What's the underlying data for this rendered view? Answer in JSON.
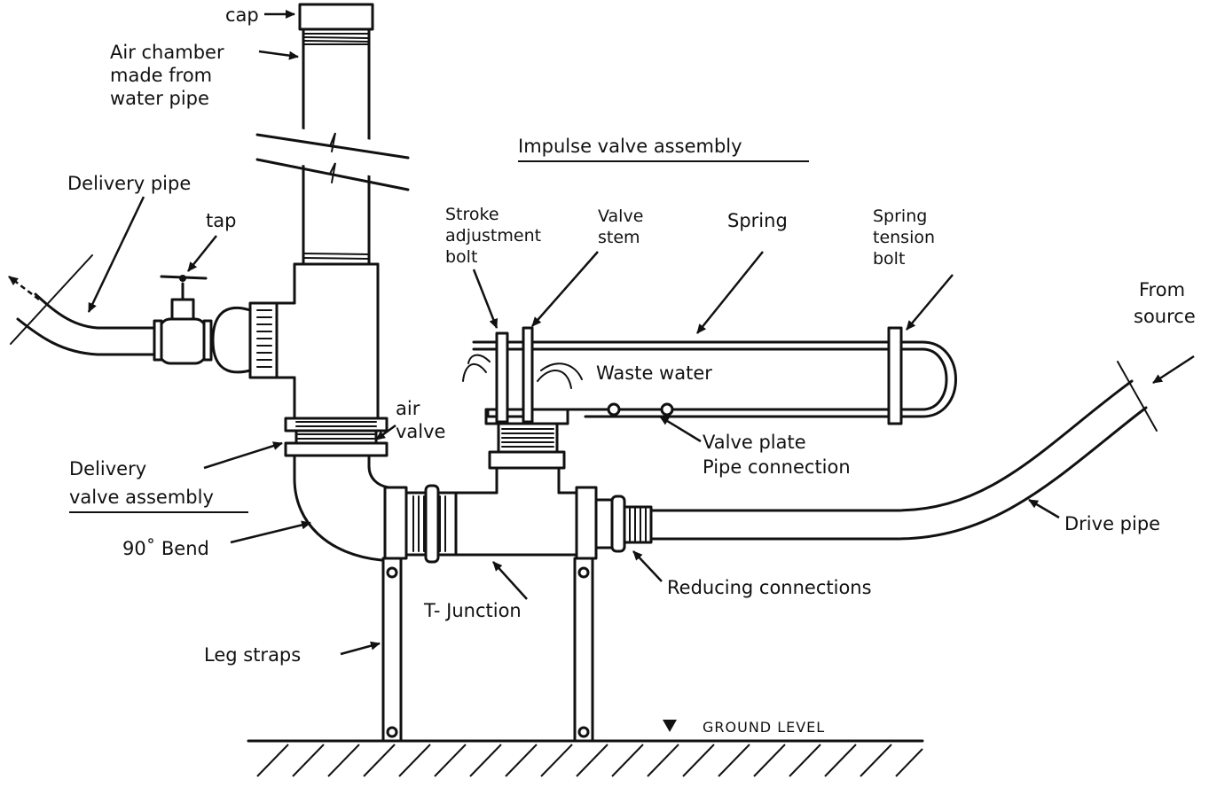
{
  "labels": {
    "cap": "cap",
    "air_chamber_1": "Air chamber",
    "air_chamber_2": "made from",
    "air_chamber_3": "water pipe",
    "impulse_title": "Impulse valve assembly",
    "delivery_pipe": "Delivery pipe",
    "tap": "tap",
    "stroke_1": "Stroke",
    "stroke_2": "adjustment",
    "stroke_3": "bolt",
    "valve_stem_1": "Valve",
    "valve_stem_2": "stem",
    "spring": "Spring",
    "spring_tension_1": "Spring",
    "spring_tension_2": "tension",
    "spring_tension_3": "bolt",
    "from_source_1": "From",
    "from_source_2": "source",
    "waste_water": "Waste water",
    "air_valve_1": "air",
    "air_valve_2": "valve",
    "valve_plate": "Valve plate",
    "pipe_connection": "Pipe connection",
    "delivery_valve_1": "Delivery",
    "delivery_valve_2": "valve assembly",
    "bend": "90˚ Bend",
    "drive_pipe": "Drive pipe",
    "reducing": "Reducing connections",
    "t_junction": "T- Junction",
    "leg_straps": "Leg straps",
    "ground_level": "GROUND LEVEL"
  }
}
